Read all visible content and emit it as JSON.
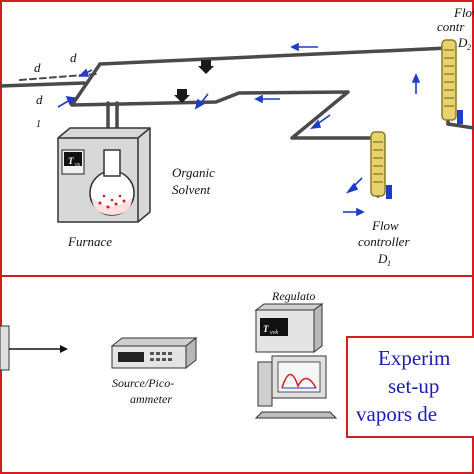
{
  "labels": {
    "flow_controller_top_1": "Flow",
    "flow_controller_top_2": "contr",
    "flow_controller_top_3": "D",
    "flow_controller_top_sub": "2",
    "d_left": "d",
    "d_top": "d",
    "d_lower": "d",
    "d_lower_sub": "1",
    "organic_1": "Organic",
    "organic_2": "Solvent",
    "furnace": "Furnace",
    "tvs": "T",
    "tvs_sub": "vs",
    "flow_controller_d1_1": "Flow",
    "flow_controller_d1_2": "controller",
    "flow_controller_d1_3": "D",
    "flow_controller_d1_sub": "1",
    "regulato": "Regulato",
    "tvvk": "T",
    "tvvk_sub": "vvk",
    "source_1": "Source/Pico-",
    "source_2": "ammeter"
  },
  "title_box": {
    "line1": "Experim",
    "line2": "set-up",
    "line3": "vapors de"
  },
  "colors": {
    "border": "#d21e1e",
    "pipe": "#4a4a4a",
    "arrow": "#1e3cc8",
    "flowmeter": "#e8d36a",
    "title_text": "#1d1db5"
  }
}
